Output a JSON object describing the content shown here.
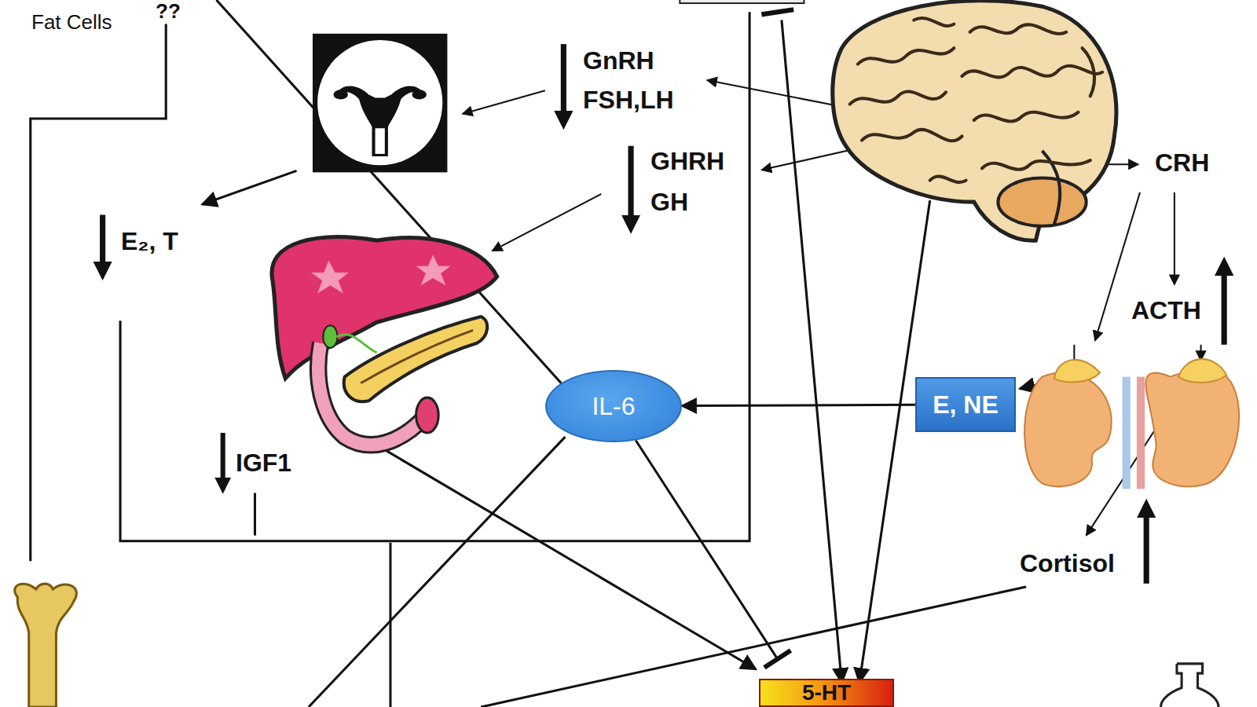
{
  "diagram": {
    "nodes": [
      {
        "text": [
          "IL-6"
        ]
      },
      {
        "text": [
          "E, NE"
        ]
      },
      {
        "text": [
          "5-HT"
        ]
      }
    ],
    "edges": [
      {
        "from": 1,
        "to": 0,
        "arrow": "to"
      },
      {
        "from": 0,
        "to": 2,
        "arrow": "none"
      }
    ],
    "labels": [
      "??",
      "Fat Cells",
      "GnRH",
      "FSH,LH",
      "GHRH",
      "GH",
      "CRH",
      "E₂, T",
      "IGF1",
      "ACTH",
      "Cortisol"
    ]
  }
}
